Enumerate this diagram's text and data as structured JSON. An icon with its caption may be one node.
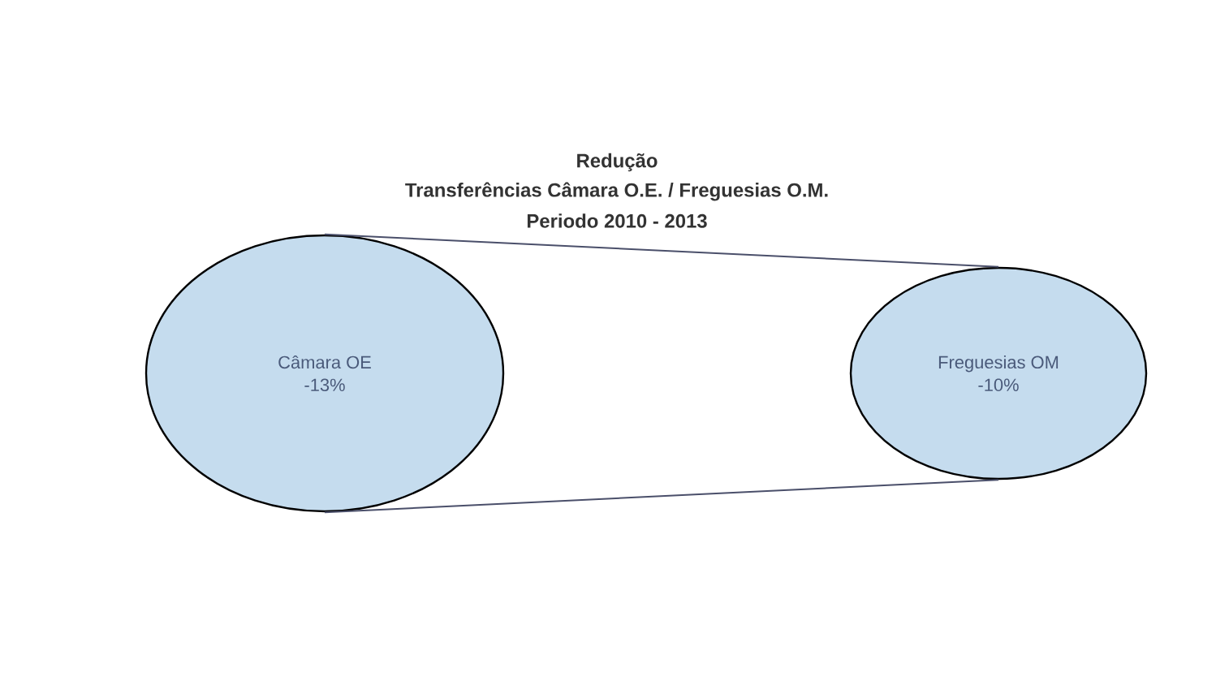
{
  "diagram": {
    "title": "Redução",
    "nodes": [
      {
        "text": [
          "Câmara OE",
          "-13%"
        ]
      },
      {
        "text": [
          "Freguesias OM",
          "-10%"
        ]
      }
    ],
    "edges": [
      {
        "from": 0,
        "to": 1,
        "arrow": "none"
      },
      {
        "from": 0,
        "to": 1,
        "arrow": "none"
      }
    ],
    "labels": [
      "Transferências Câmara O.E. / Freguesias O.M.",
      "Periodo 2010 - 2013"
    ]
  }
}
